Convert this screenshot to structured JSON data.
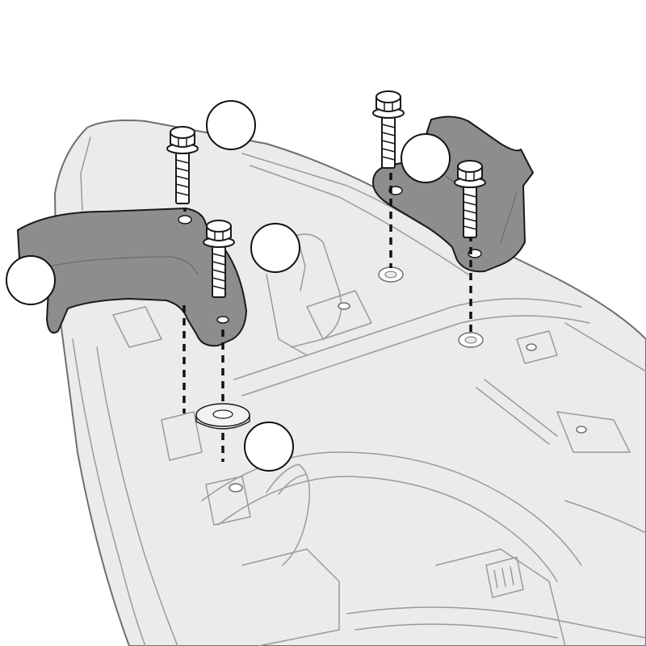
{
  "diagram": {
    "colors": {
      "background": "#ffffff",
      "frame_fill": "#ebebeb",
      "frame_line": "#6f6f6f",
      "frame_detail": "#9a9a9a",
      "bracket_fill": "#8d8d8d",
      "bracket_line": "#1a1a1a",
      "bolt_fill": "#ffffff",
      "bolt_line": "#1a1a1a",
      "washer_fill": "#f2f2f2",
      "guide_line": "#111111",
      "callout_fill": "#ffffff",
      "callout_line": "#111111"
    },
    "parts": {
      "left_bracket": {
        "icon": "left-bracket-plate"
      },
      "right_bracket": {
        "icon": "right-bracket-plate"
      },
      "bolts": [
        {
          "name": "bolt-left-top",
          "icon": "hex-flange-bolt"
        },
        {
          "name": "bolt-left-front",
          "icon": "hex-flange-bolt"
        },
        {
          "name": "bolt-right-rear",
          "icon": "hex-flange-bolt"
        },
        {
          "name": "bolt-right-front",
          "icon": "hex-flange-bolt"
        }
      ],
      "washer": {
        "icon": "flat-washer"
      }
    },
    "callouts": [
      {
        "name": "callout-1",
        "label": ""
      },
      {
        "name": "callout-2",
        "label": ""
      },
      {
        "name": "callout-3",
        "label": ""
      },
      {
        "name": "callout-4",
        "label": ""
      },
      {
        "name": "callout-5",
        "label": ""
      }
    ]
  }
}
